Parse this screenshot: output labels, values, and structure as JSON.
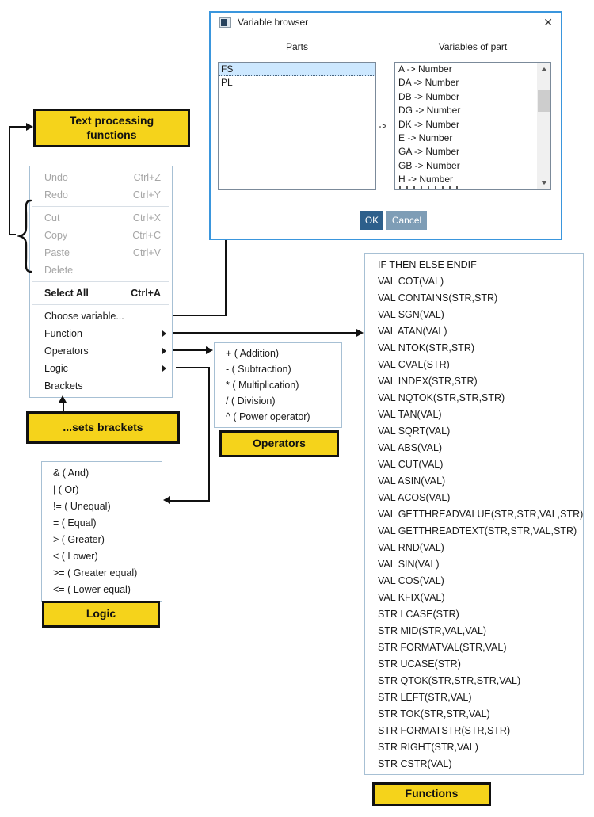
{
  "colors": {
    "accent_blue": "#3a96dd",
    "highlight_yellow": "#f5d31b",
    "ok_button": "#2d5f8b",
    "cancel_button": "#7e9db6",
    "selection": "#cde8ff"
  },
  "dialog": {
    "title": "Variable browser",
    "close_glyph": "✕",
    "parts_label": "Parts",
    "variables_label": "Variables of part",
    "map_arrow": "->",
    "parts": [
      {
        "label": "FS",
        "selected": true
      },
      {
        "label": "PL"
      }
    ],
    "variables": [
      "A -> Number",
      "DA -> Number",
      "DB -> Number",
      "DG -> Number",
      "DK -> Number",
      "E -> Number",
      "GA -> Number",
      "GB -> Number",
      "H -> Number"
    ],
    "ok_label": "OK",
    "cancel_label": "Cancel"
  },
  "context_menu": {
    "items": [
      {
        "label": "Undo",
        "shortcut": "Ctrl+Z",
        "disabled": true
      },
      {
        "label": "Redo",
        "shortcut": "Ctrl+Y",
        "disabled": true
      },
      {
        "type": "separator"
      },
      {
        "label": "Cut",
        "shortcut": "Ctrl+X",
        "disabled": true
      },
      {
        "label": "Copy",
        "shortcut": "Ctrl+C",
        "disabled": true
      },
      {
        "label": "Paste",
        "shortcut": "Ctrl+V",
        "disabled": true
      },
      {
        "label": "Delete",
        "disabled": true
      },
      {
        "type": "separator"
      },
      {
        "label": "Select All",
        "shortcut": "Ctrl+A",
        "bold": true
      },
      {
        "type": "separator"
      },
      {
        "label": "Choose variable..."
      },
      {
        "label": "Function",
        "submenu": true
      },
      {
        "label": "Operators",
        "submenu": true
      },
      {
        "label": "Logic",
        "submenu": true
      },
      {
        "label": "Brackets"
      }
    ]
  },
  "operators_menu": {
    "items": [
      "+ ( Addition)",
      "- ( Subtraction)",
      "* ( Multiplication)",
      "/ ( Division)",
      "^ ( Power operator)"
    ]
  },
  "logic_menu": {
    "items": [
      "& ( And)",
      "| ( Or)",
      "!= ( Unequal)",
      "= ( Equal)",
      "> ( Greater)",
      "< ( Lower)",
      ">= ( Greater equal)",
      "<= ( Lower equal)"
    ]
  },
  "functions_menu": {
    "items": [
      "IF THEN ELSE ENDIF",
      "VAL COT(VAL)",
      "VAL CONTAINS(STR,STR)",
      "VAL SGN(VAL)",
      "VAL ATAN(VAL)",
      "VAL NTOK(STR,STR)",
      "VAL CVAL(STR)",
      "VAL INDEX(STR,STR)",
      "VAL NQTOK(STR,STR,STR)",
      "VAL TAN(VAL)",
      "VAL SQRT(VAL)",
      "VAL ABS(VAL)",
      "VAL CUT(VAL)",
      "VAL ASIN(VAL)",
      "VAL ACOS(VAL)",
      "VAL GETTHREADVALUE(STR,STR,VAL,STR)",
      "VAL GETTHREADTEXT(STR,STR,VAL,STR)",
      "VAL RND(VAL)",
      "VAL SIN(VAL)",
      "VAL COS(VAL)",
      "VAL KFIX(VAL)",
      "STR LCASE(STR)",
      "STR MID(STR,VAL,VAL)",
      "STR FORMATVAL(STR,VAL)",
      "STR UCASE(STR)",
      "STR QTOK(STR,STR,STR,VAL)",
      "STR LEFT(STR,VAL)",
      "STR TOK(STR,STR,VAL)",
      "STR FORMATSTR(STR,STR)",
      "STR RIGHT(STR,VAL)",
      "STR CSTR(VAL)"
    ]
  },
  "labels": {
    "text_processing": "Text processing functions",
    "sets_brackets": "...sets brackets",
    "operators": "Operators",
    "logic": "Logic",
    "functions": "Functions"
  }
}
